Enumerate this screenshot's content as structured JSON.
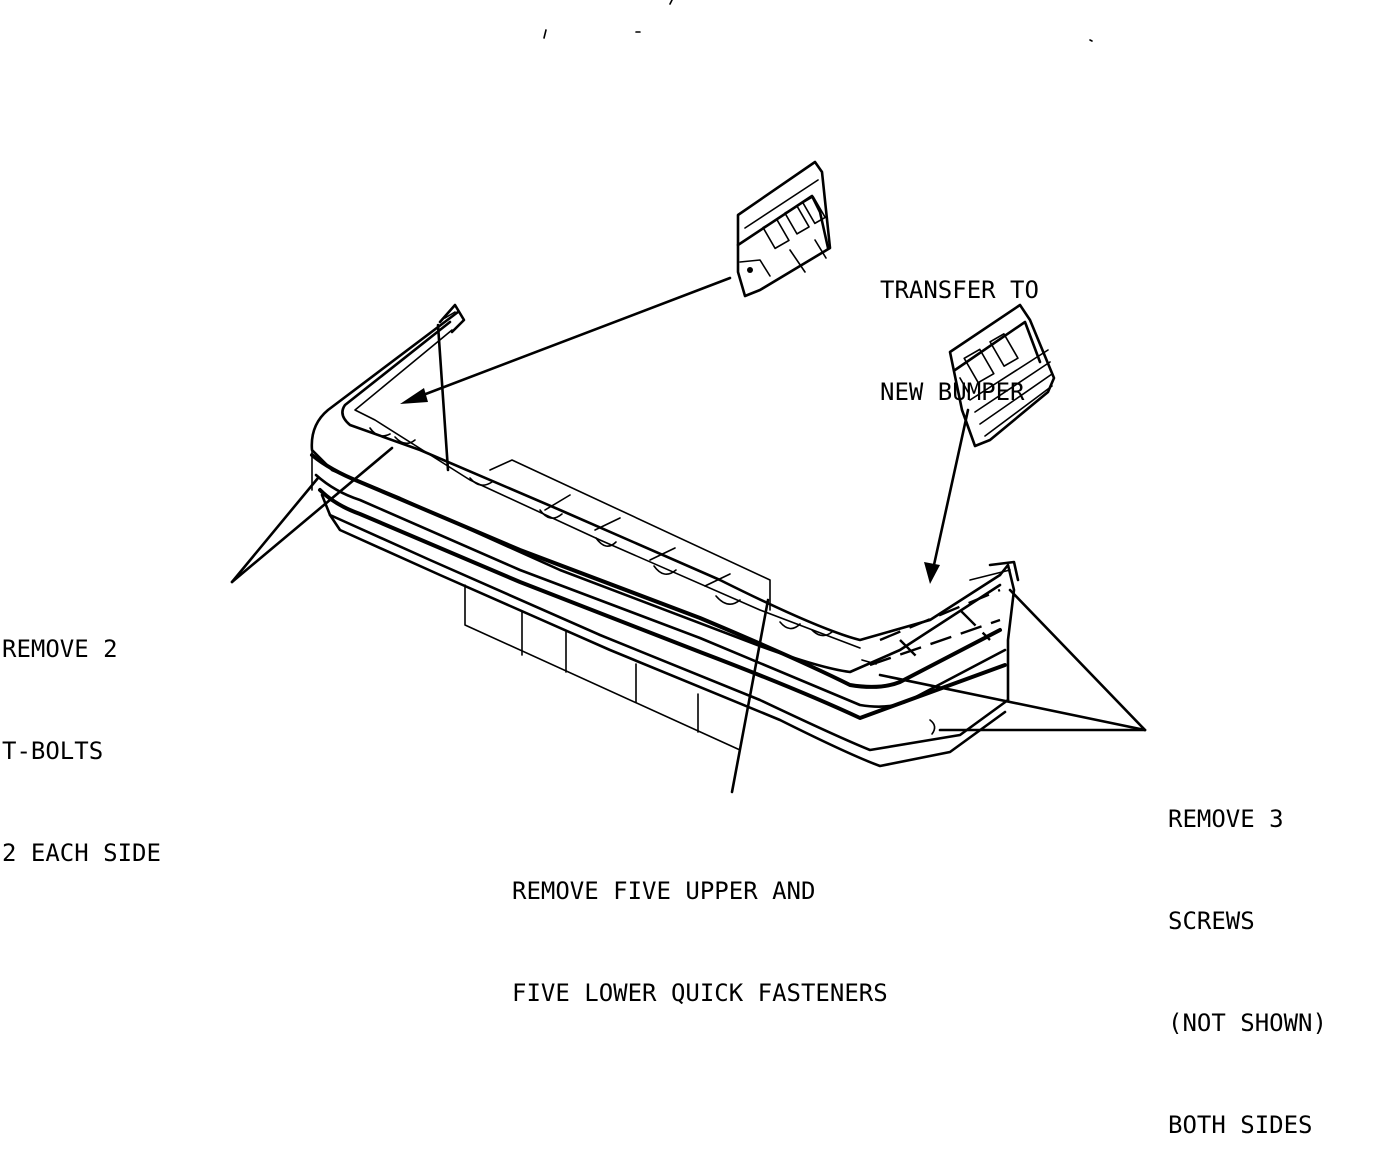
{
  "labels": {
    "transfer": [
      "TRANSFER TO",
      "NEW BUMPER"
    ],
    "tbolts": [
      "REMOVE 2",
      "T-BOLTS",
      "2 EACH SIDE"
    ],
    "fasteners": [
      "REMOVE FIVE UPPER AND",
      "FIVE LOWER QUICK FASTENERS"
    ],
    "screws": [
      "REMOVE 3",
      "SCREWS",
      "(NOT SHOWN)",
      "BOTH SIDES"
    ]
  },
  "colors": {
    "ink": "#000000",
    "background": "#ffffff"
  }
}
